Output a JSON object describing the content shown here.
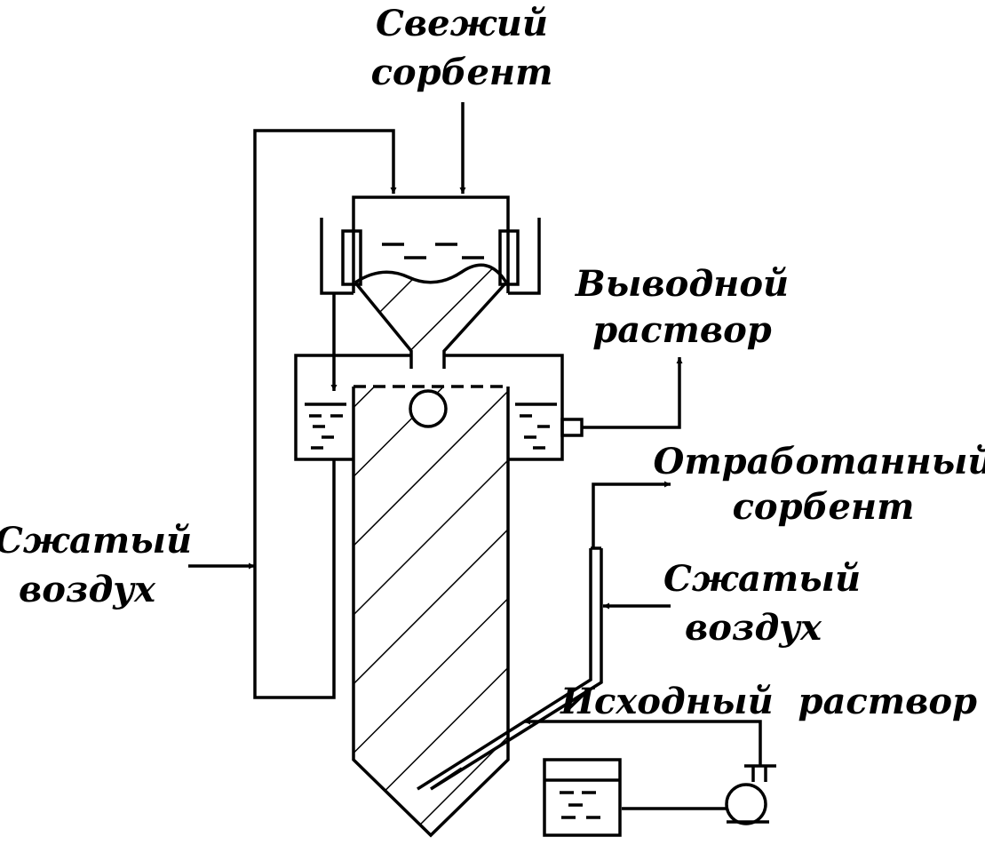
{
  "labels": {
    "fresh_sorbent": [
      "Свежий",
      "сорбент"
    ],
    "output_solution": [
      "Выводной",
      "раствор"
    ],
    "spent_sorbent": [
      "Отработанный",
      "сорбент"
    ],
    "compressed_air_left": [
      "Сжатый",
      "воздух"
    ],
    "compressed_air_right": [
      "Сжатый",
      "воздух"
    ],
    "source_solution": "Исходный  раствор"
  },
  "colors": {
    "line": "#000000",
    "background": "#ffffff"
  }
}
